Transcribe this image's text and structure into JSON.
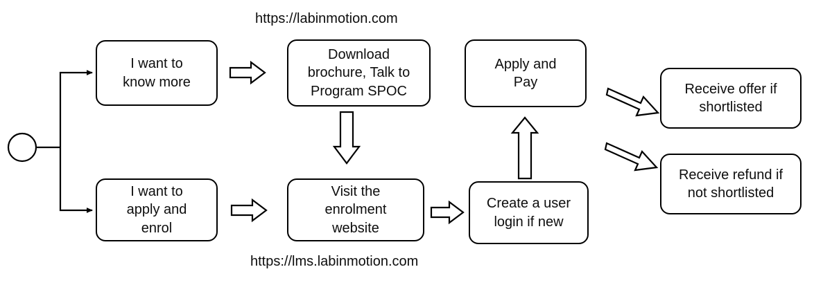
{
  "diagram": {
    "title": "Admissions journey flowchart",
    "background_color": "#ffffff",
    "stroke_color": "#000000",
    "text_color": "#0d0d0d",
    "start_node": {
      "name": "start-circle",
      "shape": "circle"
    },
    "nodes": [
      {
        "id": "want-to-know-more",
        "label": "I want to\nknow more"
      },
      {
        "id": "download-brochure",
        "label": "Download\nbrochure, Talk to\nProgram SPOC"
      },
      {
        "id": "apply-and-pay",
        "label": "Apply and\nPay"
      },
      {
        "id": "receive-offer",
        "label": "Receive offer if\nshortlisted"
      },
      {
        "id": "want-to-apply-and-enrol",
        "label": "I want to\napply and\nenrol"
      },
      {
        "id": "visit-enrolment-website",
        "label": "Visit the\nenrolment\nwebsite"
      },
      {
        "id": "create-user-login",
        "label": "Create a user\nlogin if new"
      },
      {
        "id": "receive-refund",
        "label": "Receive refund if\nnot shortlisted"
      }
    ],
    "annotations": [
      {
        "id": "url-top",
        "text": "https://labinmotion.com"
      },
      {
        "id": "url-bottom",
        "text": "https://lms.labinmotion.com"
      }
    ],
    "connectors": [
      {
        "id": "start-to-know-more",
        "type": "line-arrow",
        "from": "start-circle",
        "to": "want-to-know-more"
      },
      {
        "id": "start-to-apply-enrol",
        "type": "line-arrow",
        "from": "start-circle",
        "to": "want-to-apply-and-enrol"
      },
      {
        "id": "know-more-to-brochure",
        "type": "block-arrow-right",
        "from": "want-to-know-more",
        "to": "download-brochure"
      },
      {
        "id": "brochure-to-visit-website",
        "type": "block-arrow-down",
        "from": "download-brochure",
        "to": "visit-enrolment-website"
      },
      {
        "id": "apply-enrol-to-visit-website",
        "type": "block-arrow-right",
        "from": "want-to-apply-and-enrol",
        "to": "visit-enrolment-website"
      },
      {
        "id": "visit-website-to-create-login",
        "type": "block-arrow-right",
        "from": "visit-enrolment-website",
        "to": "create-user-login"
      },
      {
        "id": "create-login-to-apply-pay",
        "type": "block-arrow-up",
        "from": "create-user-login",
        "to": "apply-and-pay"
      },
      {
        "id": "apply-pay-to-receive-offer",
        "type": "block-arrow-diagonal",
        "from": "apply-and-pay",
        "to": "receive-offer"
      },
      {
        "id": "apply-pay-to-receive-refund",
        "type": "block-arrow-diagonal",
        "from": "apply-and-pay",
        "to": "receive-refund"
      }
    ]
  }
}
